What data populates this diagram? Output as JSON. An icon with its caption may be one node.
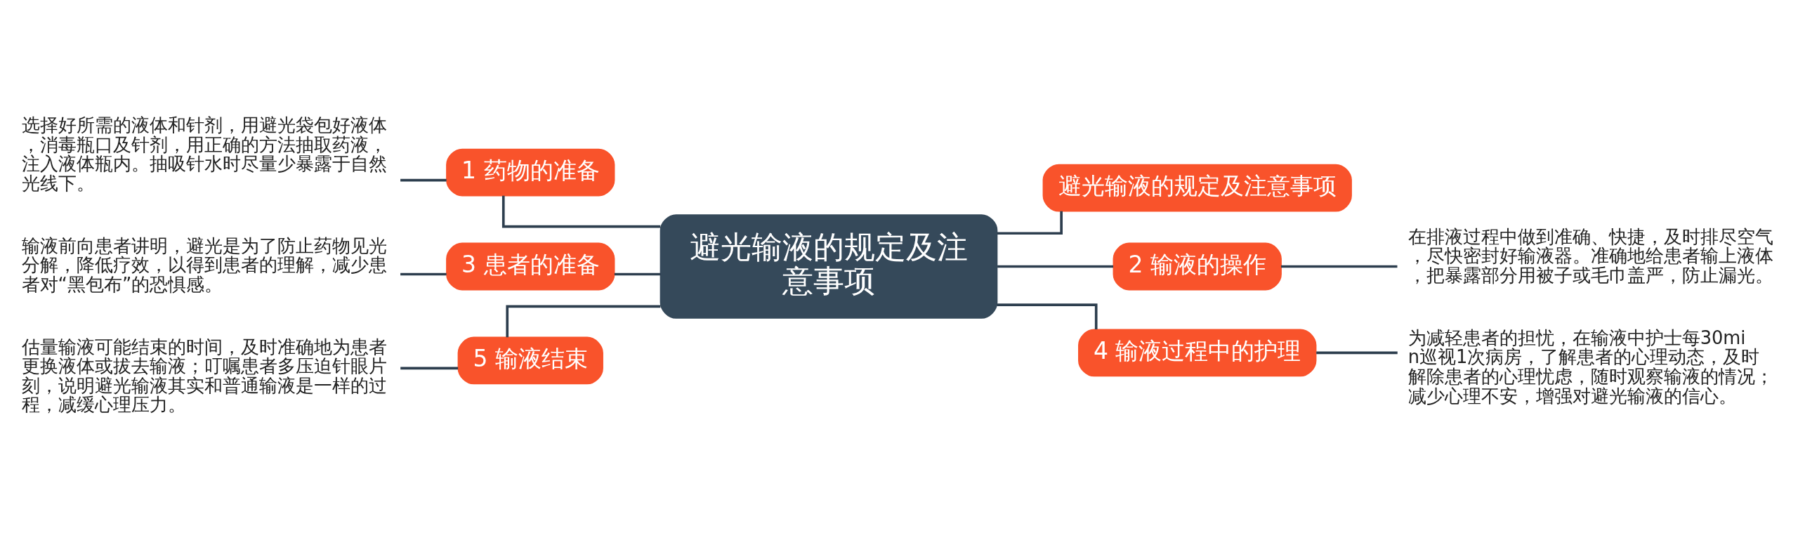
{
  "diagram": {
    "nodes": [
      {
        "text": [
          "避光输液的规定及注意事项"
        ]
      },
      {
        "text": [
          "1 药物的准备"
        ]
      },
      {
        "text": [
          "选择好所需的液体和针剂，用避光袋包好液体，消毒瓶口及针剂，用正确的方法抽取药液，注入液体瓶内。抽吸针水时尽量少暴露于自然光线下。"
        ]
      },
      {
        "text": [
          "3 患者的准备"
        ]
      },
      {
        "text": [
          "输液前向患者讲明，避光是为了防止药物见光分解，降低疗效，以得到患者的理解，减少患者对“黑包布”的恐惧感。"
        ]
      },
      {
        "text": [
          "5 输液结束"
        ]
      },
      {
        "text": [
          "估量输液可能结束的时间，及时准确地为患者更换液体或拔去输液；叮嘱患者多压迫针眼片刻，说明避光输液其实和普通输液是一样的过程，减缓心理压力。"
        ]
      },
      {
        "text": [
          "避光输液的规定及注意事项"
        ]
      },
      {
        "text": [
          "2 输液的操作"
        ]
      },
      {
        "text": [
          "在排液过程中做到准确、快捷，及时排尽空气，尽快密封好输液器。准确地给患者输上液体，把暴露部分用被子或毛巾盖严，防止漏光。"
        ]
      },
      {
        "text": [
          "4 输液过程中的护理"
        ]
      },
      {
        "text": [
          "为减轻患者的担忧，在输液中护士每30min巡视1次病房，了解患者的心理动态，及时解除患者的心理忧虑，随时观察输液的情况；减少心理不安，增强对避光输液的信心。"
        ]
      }
    ],
    "edges": [
      {
        "from": 0,
        "to": 1,
        "arrow": "none"
      },
      {
        "from": 1,
        "to": 2,
        "arrow": "none"
      },
      {
        "from": 0,
        "to": 3,
        "arrow": "none"
      },
      {
        "from": 3,
        "to": 4,
        "arrow": "none"
      },
      {
        "from": 0,
        "to": 5,
        "arrow": "none"
      },
      {
        "from": 5,
        "to": 6,
        "arrow": "none"
      },
      {
        "from": 0,
        "to": 7,
        "arrow": "none"
      },
      {
        "from": 0,
        "to": 8,
        "arrow": "none"
      },
      {
        "from": 8,
        "to": 9,
        "arrow": "none"
      },
      {
        "from": 0,
        "to": 10,
        "arrow": "none"
      },
      {
        "from": 10,
        "to": 11,
        "arrow": "none"
      }
    ]
  }
}
